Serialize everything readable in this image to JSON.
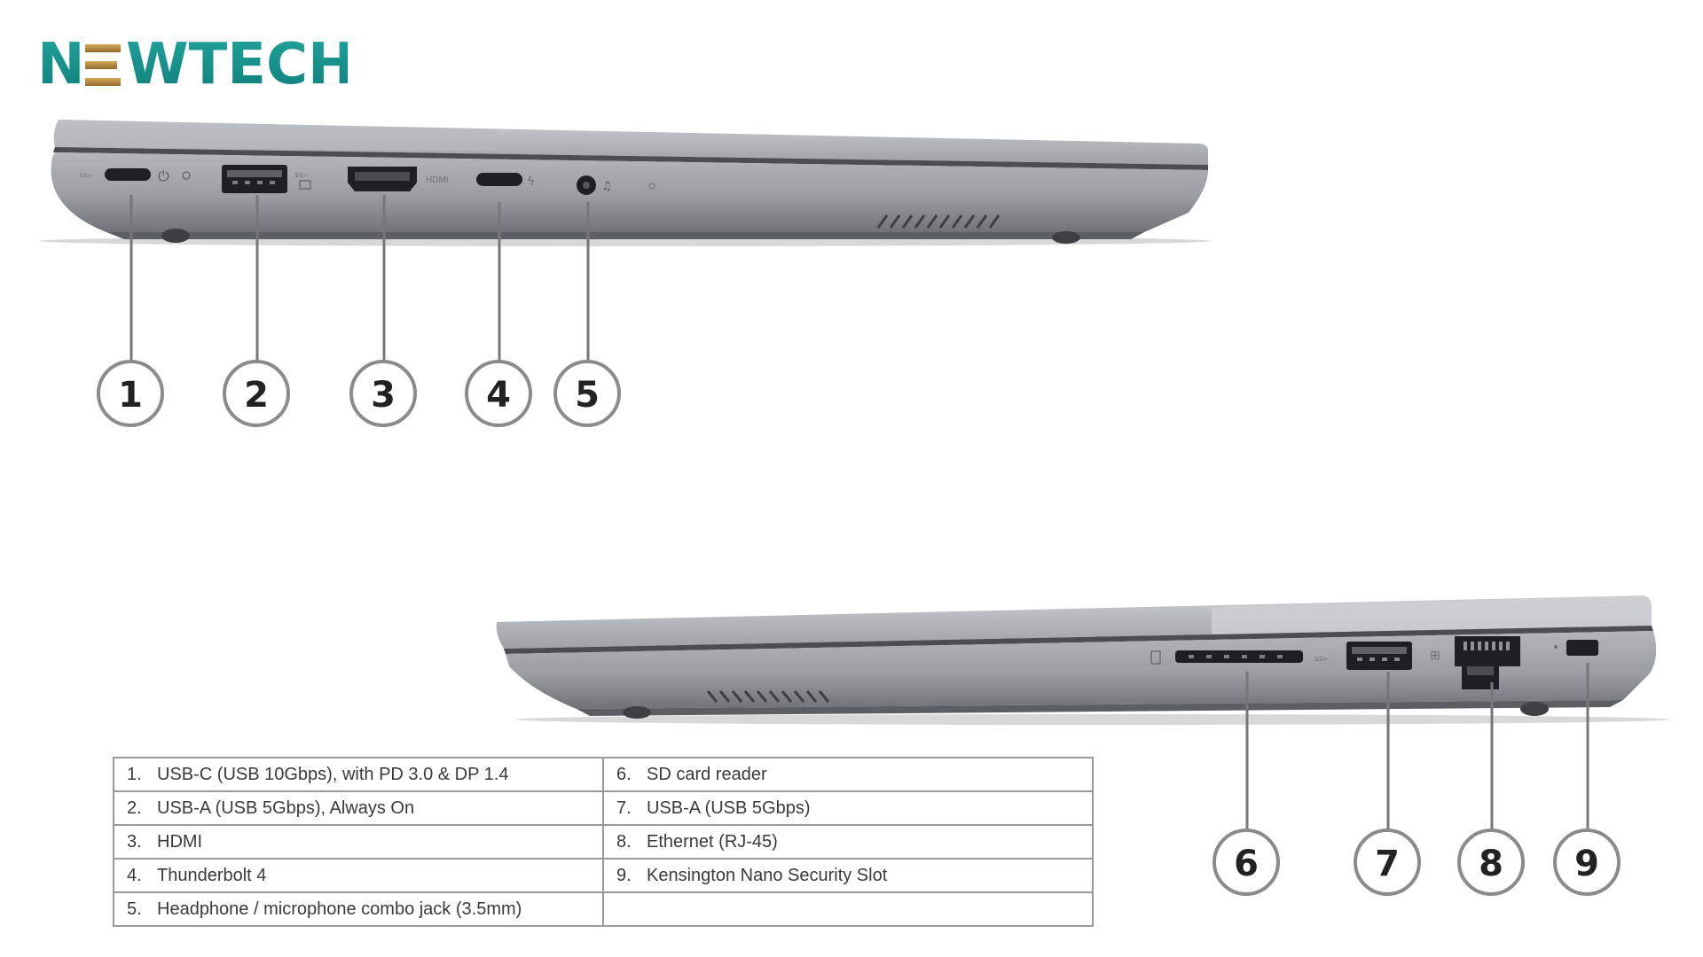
{
  "brand": {
    "name": "NEWTECH",
    "letters": [
      "N",
      "E",
      "W",
      "T",
      "E",
      "C",
      "H"
    ],
    "teal": "#17918c",
    "gold": "#b88a3e"
  },
  "left_side": {
    "callouts": [
      "1",
      "2",
      "3",
      "4",
      "5"
    ],
    "port_marks": {
      "hdmi_text": "HDMI"
    }
  },
  "right_side": {
    "callouts": [
      "6",
      "7",
      "8",
      "9"
    ]
  },
  "spec_table": {
    "rows": [
      {
        "left": {
          "num": "1.",
          "text": "USB-C (USB 10Gbps), with PD 3.0 & DP 1.4"
        },
        "right": {
          "num": "6.",
          "text": "SD card reader"
        }
      },
      {
        "left": {
          "num": "2.",
          "text": "USB-A (USB 5Gbps), Always On"
        },
        "right": {
          "num": "7.",
          "text": "USB-A (USB 5Gbps)"
        }
      },
      {
        "left": {
          "num": "3.",
          "text": "HDMI"
        },
        "right": {
          "num": "8.",
          "text": "Ethernet (RJ-45)"
        }
      },
      {
        "left": {
          "num": "4.",
          "text": "Thunderbolt 4"
        },
        "right": {
          "num": "9.",
          "text": "Kensington Nano Security Slot"
        }
      },
      {
        "left": {
          "num": "5.",
          "text": "Headphone / microphone combo jack (3.5mm)"
        },
        "right": {
          "num": "",
          "text": ""
        }
      }
    ]
  }
}
